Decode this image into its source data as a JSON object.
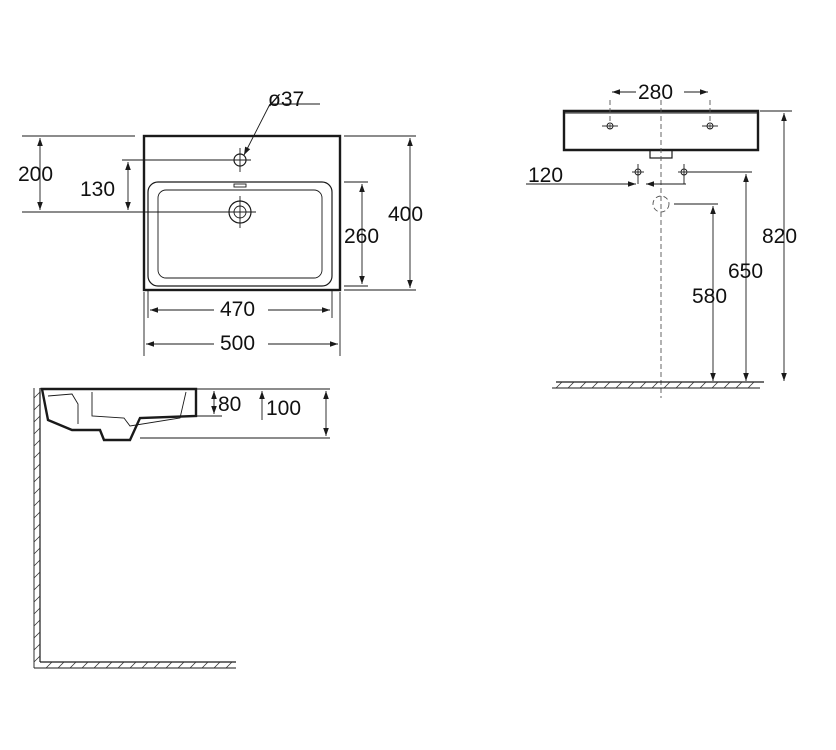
{
  "top_view": {
    "hole_diameter_label": "ø37",
    "dim_200": "200",
    "dim_130": "130",
    "dim_260": "260",
    "dim_400": "400",
    "dim_470": "470",
    "dim_500": "500"
  },
  "side_view": {
    "dim_80": "80",
    "dim_100": "100"
  },
  "front_view": {
    "dim_280": "280",
    "dim_120": "120",
    "dim_580": "580",
    "dim_650": "650",
    "dim_820": "820"
  }
}
